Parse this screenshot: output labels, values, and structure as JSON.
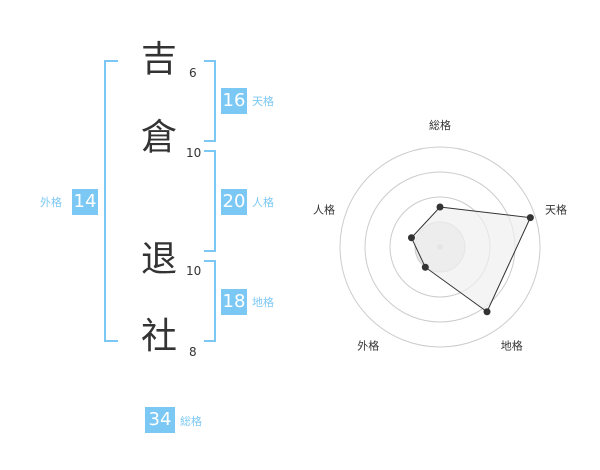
{
  "name": {
    "chars": [
      {
        "char": "吉",
        "strokes": "6"
      },
      {
        "char": "倉",
        "strokes": "10"
      },
      {
        "char": "退",
        "strokes": "10"
      },
      {
        "char": "社",
        "strokes": "8"
      }
    ]
  },
  "kaku": {
    "tenkaku": {
      "value": "16",
      "label": "天格"
    },
    "jinkaku": {
      "value": "20",
      "label": "人格"
    },
    "chikaku": {
      "value": "18",
      "label": "地格"
    },
    "gaikaku": {
      "value": "14",
      "label": "外格"
    },
    "soukaku": {
      "value": "34",
      "label": "総格"
    }
  },
  "chart_data": {
    "type": "radar",
    "axes": [
      "総格",
      "天格",
      "地格",
      "外格",
      "人格"
    ],
    "values": [
      0.4,
      0.95,
      0.8,
      0.25,
      0.3
    ],
    "rings": 4,
    "fill_color": "#f0f0f0",
    "line_color": "#333333",
    "grid_color": "#cccccc"
  }
}
